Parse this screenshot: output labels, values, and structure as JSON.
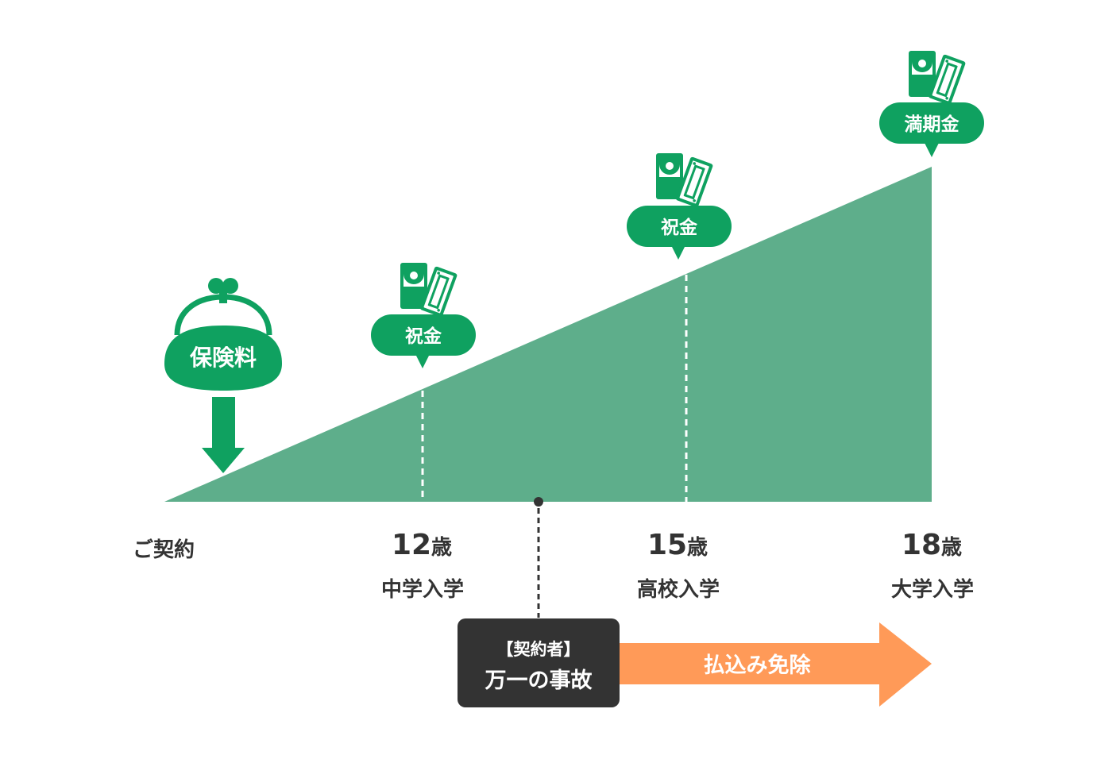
{
  "diagram": {
    "premium_label": "保険料",
    "stages": [
      {
        "age_num": "",
        "age_unit": "",
        "label": "ご契約",
        "bubble": ""
      },
      {
        "age_num": "12",
        "age_unit": "歳",
        "label": "中学入学",
        "bubble": "祝金"
      },
      {
        "age_num": "15",
        "age_unit": "歳",
        "label": "高校入学",
        "bubble": "祝金"
      },
      {
        "age_num": "18",
        "age_unit": "歳",
        "label": "大学入学",
        "bubble": "満期金"
      }
    ],
    "event_box": {
      "line1": "【契約者】",
      "line2": "万一の事故"
    },
    "waiver_label": "払込み免除",
    "icons": {
      "premium": "coin-purse-icon",
      "payout": "envelope-with-bill-icon"
    },
    "colors": {
      "primary_green": "#0fa160",
      "area_green": "#5eae8b",
      "dark_box": "#333333",
      "orange_arrow": "#ff9a58",
      "text": "#333333"
    }
  }
}
